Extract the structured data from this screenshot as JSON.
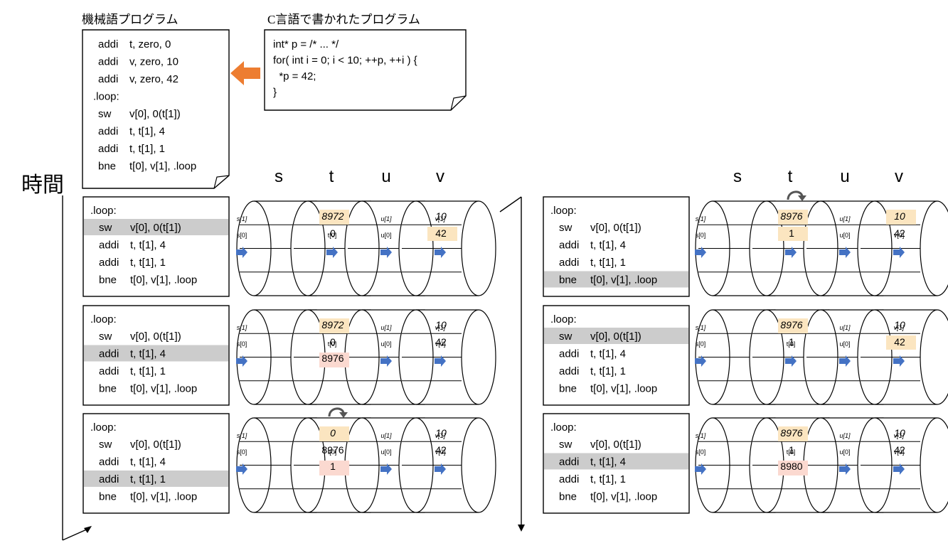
{
  "machine_title": "機械語プログラム",
  "c_title": "C言語で書かれたプログラム",
  "machine_code": [
    [
      "addi",
      "t, zero, 0"
    ],
    [
      "addi",
      "v, zero, 10"
    ],
    [
      "addi",
      "v, zero, 42"
    ],
    [
      ".loop:",
      ""
    ],
    [
      "sw",
      "v[0], 0(t[1])"
    ],
    [
      "addi",
      "t, t[1], 4"
    ],
    [
      "addi",
      "t, t[1], 1"
    ],
    [
      "bne",
      "t[0], v[1], .loop"
    ]
  ],
  "c_code": [
    "int* p = /* ... */",
    "for( int i = 0; i  < 10; ++p, ++i ) {",
    "  *p = 42;",
    "}"
  ],
  "time_label": "時間",
  "column_headers": [
    "s",
    "t",
    "u",
    "v"
  ],
  "loop_body": [
    [
      "sw",
      "v[0], 0(t[1])"
    ],
    [
      "addi",
      "t, t[1], 4"
    ],
    [
      "addi",
      "t, t[1], 1"
    ],
    [
      "bne",
      "t[0], v[1], .loop"
    ]
  ],
  "loop_label": ".loop:",
  "slot_labels": {
    "s": [
      "s[1]",
      "s[0]"
    ],
    "t": [
      "t[1]",
      "t[0]"
    ],
    "u": [
      "u[1]",
      "u[0]"
    ],
    "v": [
      "v[1]",
      "v[0]"
    ]
  },
  "highlight_color": "#cccccc",
  "value_color_orange": "#fbe5c0",
  "value_color_pink": "#fbd9d0",
  "arrow_color": "#4472c4",
  "accent_arrow_color": "#ed7d31",
  "steps": [
    {
      "highlight": 0,
      "rotate": false,
      "t": {
        "r1": "8972",
        "r0": "0",
        "new": ""
      },
      "v": {
        "r1": "10",
        "r0": "42"
      }
    },
    {
      "highlight": 1,
      "rotate": false,
      "t": {
        "r1": "8972",
        "r0": "0",
        "new": "8976"
      },
      "v": {
        "r1": "10",
        "r0": "42"
      }
    },
    {
      "highlight": 2,
      "rotate": true,
      "t": {
        "r1": "0",
        "r0": "8976",
        "new": "1"
      },
      "v": {
        "r1": "10",
        "r0": "42"
      }
    },
    {
      "highlight": 3,
      "rotate": true,
      "t": {
        "r1": "8976",
        "r0": "1",
        "new": ""
      },
      "v": {
        "r1": "10",
        "r0": "42"
      }
    },
    {
      "highlight": 0,
      "rotate": false,
      "t": {
        "r1": "8976",
        "r0": "1",
        "new": ""
      },
      "v": {
        "r1": "10",
        "r0": "42"
      }
    },
    {
      "highlight": 1,
      "rotate": false,
      "t": {
        "r1": "8976",
        "r0": "1",
        "new": "8980"
      },
      "v": {
        "r1": "10",
        "r0": "42"
      }
    }
  ]
}
